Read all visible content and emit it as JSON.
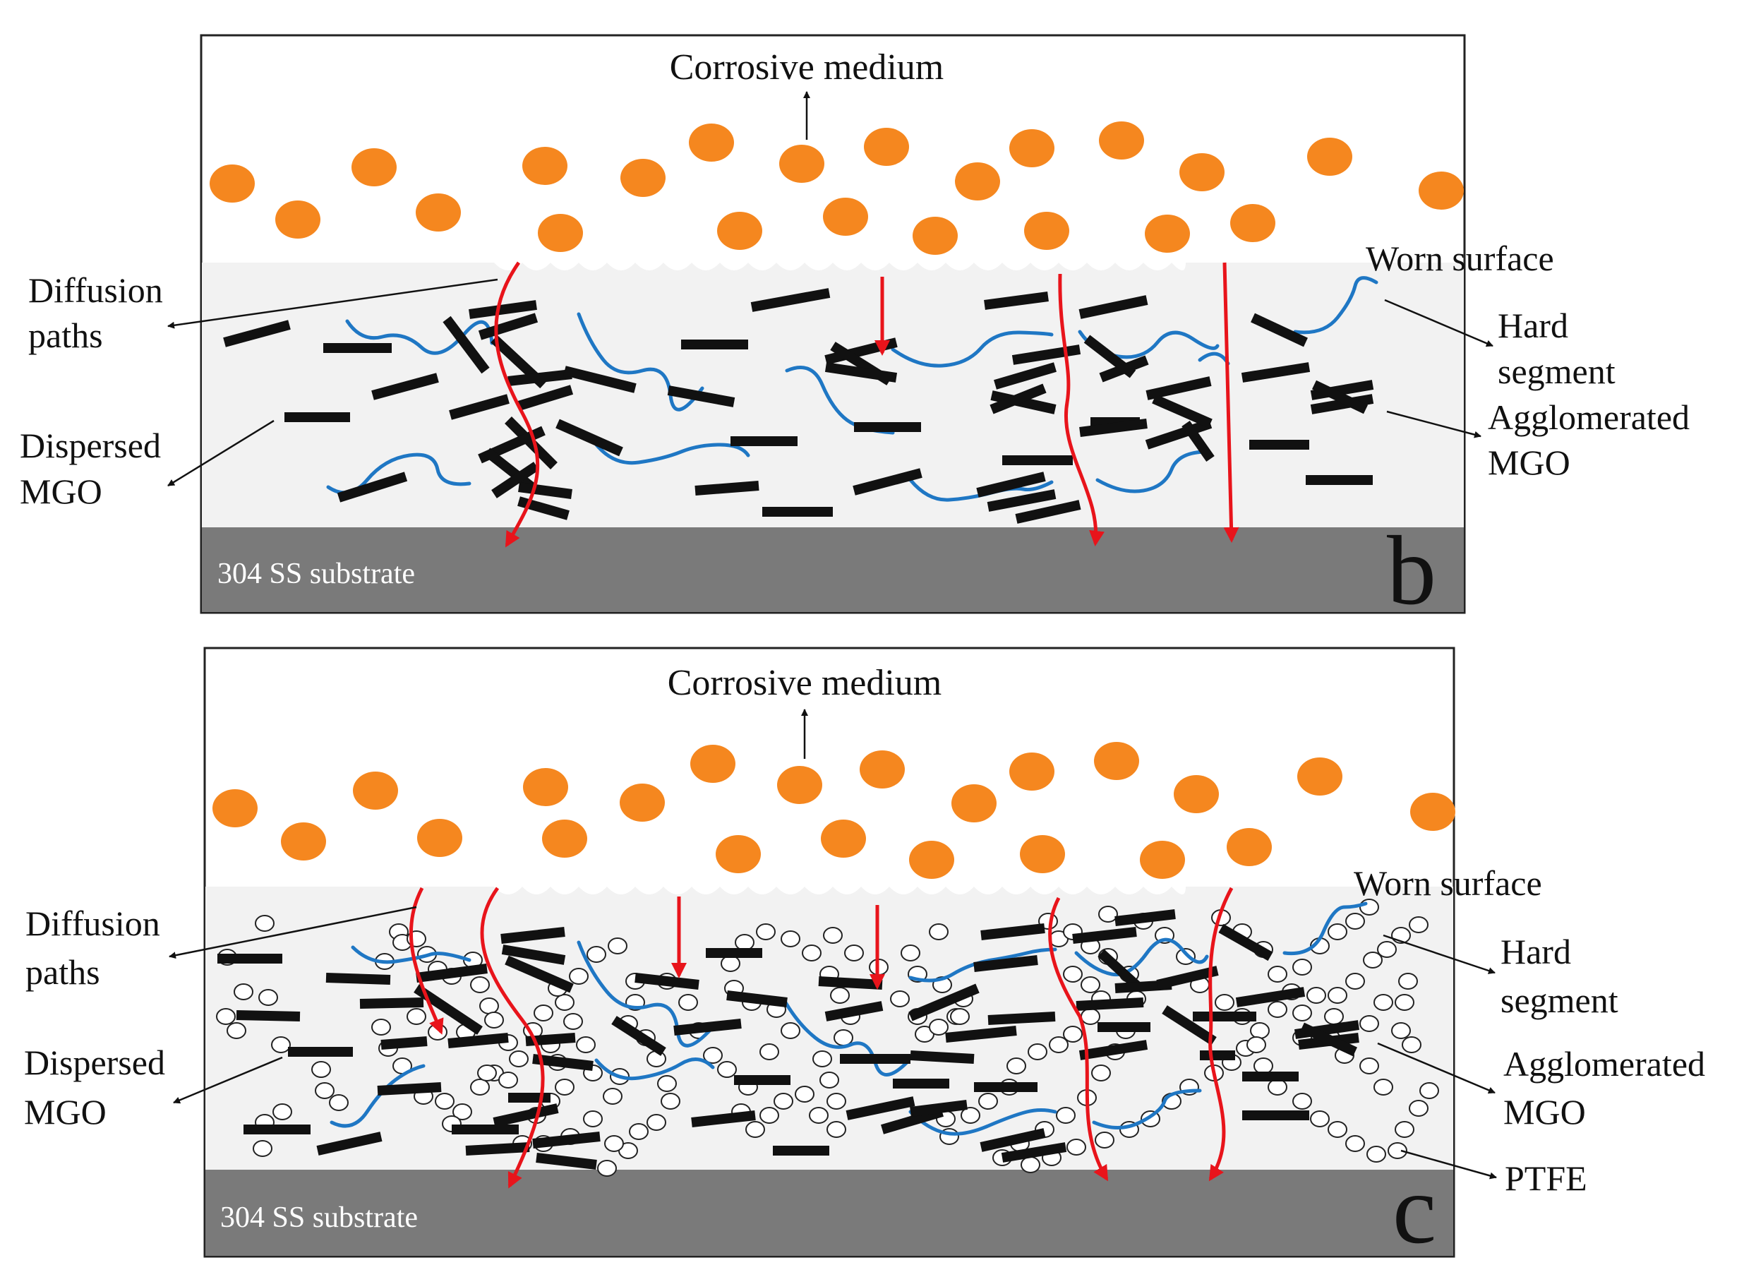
{
  "panels": [
    {
      "id": "b",
      "letter": "b",
      "corrosive_medium": "Corrosive medium",
      "worn_surface": "Worn surface",
      "diffusion_paths": [
        "Diffusion",
        "paths"
      ],
      "dispersed_mgo": [
        "Dispersed",
        "MGO"
      ],
      "hard_segment": [
        "Hard",
        "segment"
      ],
      "agglomerated_mgo": [
        "Agglomerated",
        "MGO"
      ],
      "substrate": "304 SS substrate",
      "has_ptfe": false
    },
    {
      "id": "c",
      "letter": "c",
      "corrosive_medium": "Corrosive medium",
      "worn_surface": "Worn surface",
      "diffusion_paths": [
        "Diffusion",
        "paths"
      ],
      "dispersed_mgo": [
        "Dispersed",
        "MGO"
      ],
      "hard_segment": [
        "Hard",
        "segment"
      ],
      "agglomerated_mgo": [
        "Agglomerated",
        "MGO"
      ],
      "substrate": "304 SS substrate",
      "ptfe": "PTFE",
      "has_ptfe": true
    }
  ],
  "colors": {
    "corrosive_particle": "#f5871f",
    "coating": "#f2f2f2",
    "substrate": "#7a7a7a",
    "mgo": "#111111",
    "hard_segment": "#1f77c4",
    "diffusion_path": "#e8141b",
    "ptfe_fill": "#ffffff",
    "frame": "#222222"
  }
}
